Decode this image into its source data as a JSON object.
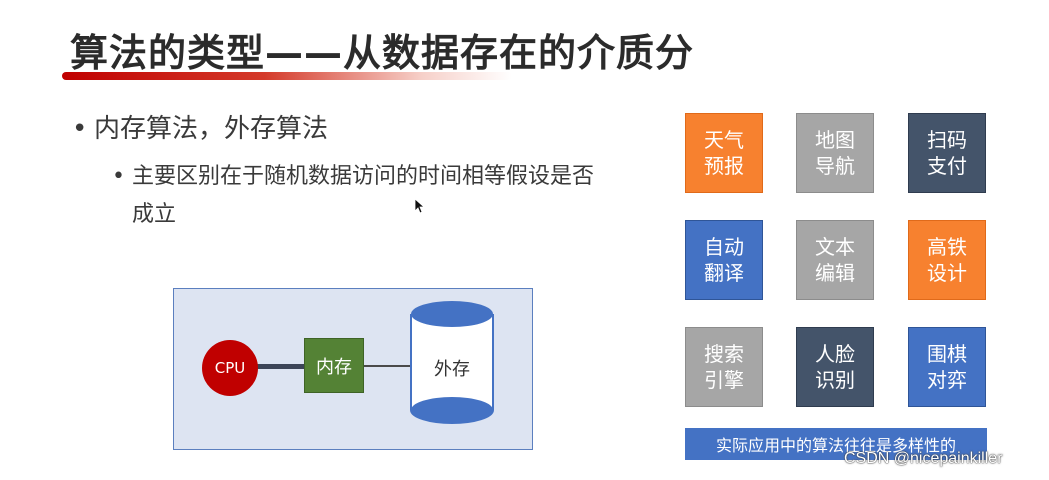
{
  "slide": {
    "title": "算法的类型——从数据存在的介质分",
    "bullet1": "内存算法，外存算法",
    "bullet2": "主要区别在于随机数据访问的时间相等假设是否成立",
    "bullet_char": "•"
  },
  "diagram": {
    "cpu": "CPU",
    "memory": "内存",
    "storage": "外存"
  },
  "app_grid": {
    "tiles": [
      {
        "label": "天气\n预报",
        "color": "#f7812f"
      },
      {
        "label": "地图\n导航",
        "color": "#a6a6a6"
      },
      {
        "label": "扫码\n支付",
        "color": "#44546a"
      },
      {
        "label": "自动\n翻译",
        "color": "#4472c4"
      },
      {
        "label": "文本\n编辑",
        "color": "#a6a6a6"
      },
      {
        "label": "高铁\n设计",
        "color": "#f7812f"
      },
      {
        "label": "搜索\n引擎",
        "color": "#a6a6a6"
      },
      {
        "label": "人脸\n识别",
        "color": "#44546a"
      },
      {
        "label": "围棋\n对弈",
        "color": "#4472c4"
      }
    ],
    "footer": "实际应用中的算法往往是多样性的"
  },
  "watermark": "CSDN @nicepainkiller",
  "colors": {
    "accent_red": "#c00000",
    "memory_green": "#548235",
    "storage_blue": "#4472c4",
    "diagram_bg": "#dde4f2"
  }
}
